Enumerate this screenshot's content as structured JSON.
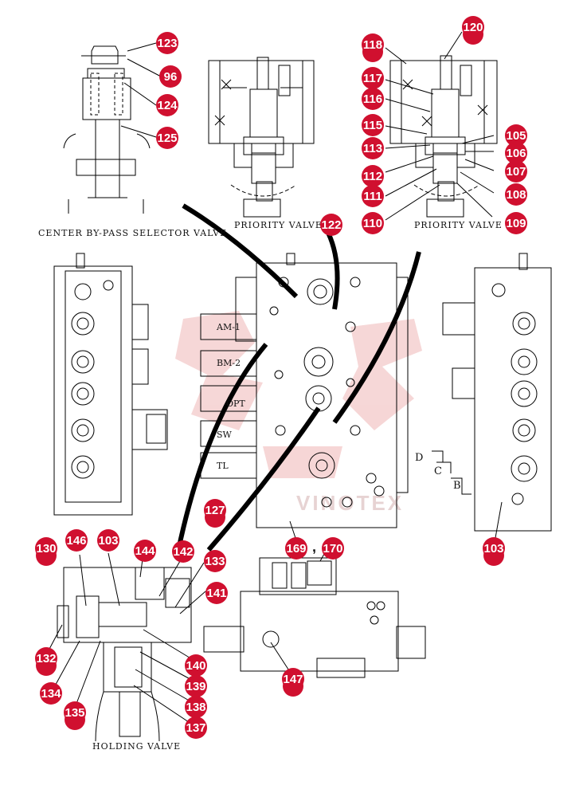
{
  "captions": {
    "center_bypass": "CENTER  BY-PASS  SELECTOR  VALVE",
    "priority_1": "PRIORITY  VALVE",
    "priority_2": "PRIORITY  VALVE",
    "holding": "HOLDING  VALVE"
  },
  "solenoids": {
    "am1": "AM-1",
    "bm2": "BM-2",
    "opt": "OPT",
    "sw": "SW",
    "tl": "TL"
  },
  "view_letters": {
    "d": "D",
    "c": "C",
    "b": "B"
  },
  "comma": ",",
  "callouts": {
    "c123": "123",
    "c96": "96",
    "c124": "124",
    "c125": "125",
    "c120": "120",
    "c118": "118",
    "c117": "117",
    "c116": "116",
    "c115": "115",
    "c113": "113",
    "c112": "112",
    "c111": "111",
    "c110": "110",
    "c105": "105",
    "c106": "106",
    "c107": "107",
    "c108": "108",
    "c109": "109",
    "c122": "122",
    "c130": "130",
    "c146": "146",
    "c103a": "103",
    "c144": "144",
    "c142": "142",
    "c133": "133",
    "c141": "141",
    "c127": "127",
    "c169": "169",
    "c170": "170",
    "c103b": "103",
    "c132": "132",
    "c134": "134",
    "c135": "135",
    "c140": "140",
    "c139": "139",
    "c138": "138",
    "c137": "137",
    "c147": "147"
  },
  "watermark_text": "VINOTEX",
  "colors": {
    "callout": "#d0102f",
    "line": "#000000",
    "watermark": "#f3c9c9"
  }
}
